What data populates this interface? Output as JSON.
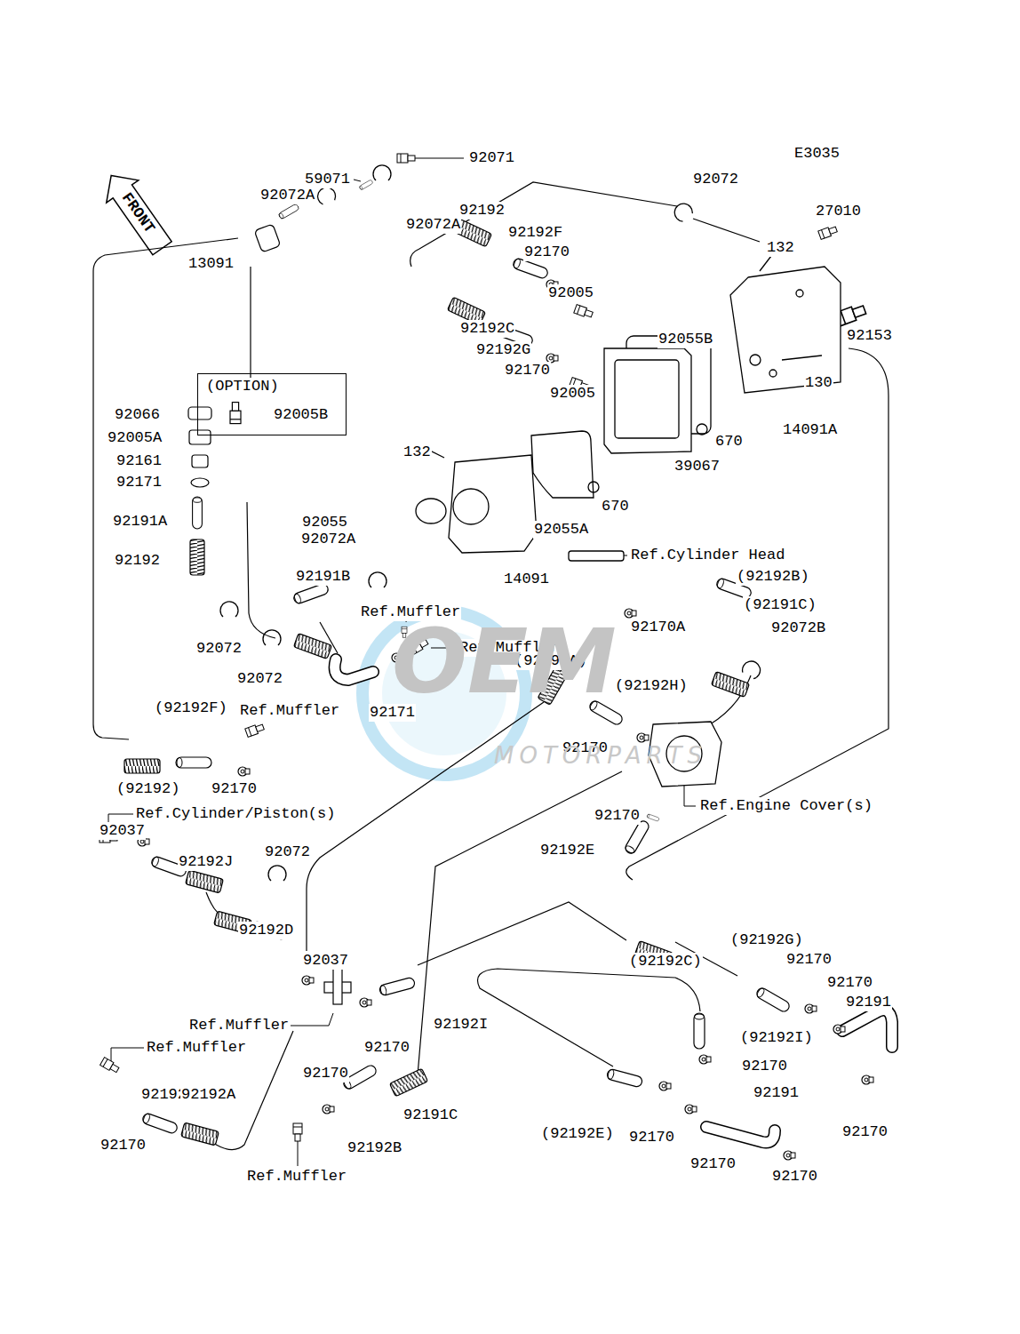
{
  "diagram": {
    "nodes": [
      {
        "text": [
          "(OPTION)",
          "92005B"
        ]
      }
    ],
    "labels": [
      "E3035",
      "FRONT",
      "92071",
      "59071",
      "92072A",
      "92072A",
      "13091",
      "92192",
      "92192F",
      "92170",
      "92005",
      "92192C",
      "92192G",
      "92170",
      "92005",
      "92055B",
      "92072",
      "27010",
      "132",
      "92153",
      "130",
      "14091A",
      "670",
      "670",
      "39067",
      "92066",
      "92005A",
      "92161",
      "92171",
      "92191A",
      "92192",
      "132",
      "92055",
      "92072A",
      "92055A",
      "14091",
      "Ref.Cylinder Head",
      "92191B",
      "Ref.Muffler",
      "92072",
      "92072",
      "Ref.Muffler",
      "92171",
      "(92192A)",
      "(92192H)",
      "92170",
      "(92192B)",
      "92170A",
      "(92191C)",
      "92072B",
      "(92192F)",
      "Ref.Muffler",
      "(92192)",
      "92170",
      "Ref.Cylinder/Piston(s)",
      "92037",
      "Ref.Engine Cover(s)",
      "92170",
      "92192E",
      "92192J",
      "92072",
      "92192D",
      "92037",
      "(92192G)",
      "92170",
      "92170",
      "(92192C)",
      "92191",
      "Ref.Muffler",
      "92170",
      "92192I",
      "(92192I)",
      "92170",
      "Ref.Muffler",
      "92170",
      "92192H",
      "92192A",
      "92170",
      "92191C",
      "92192B",
      "Ref.Muffler",
      "(92192E)",
      "92170",
      "92191",
      "92170",
      "92170",
      "92170",
      "OEM",
      "MOTORPARTS"
    ]
  }
}
